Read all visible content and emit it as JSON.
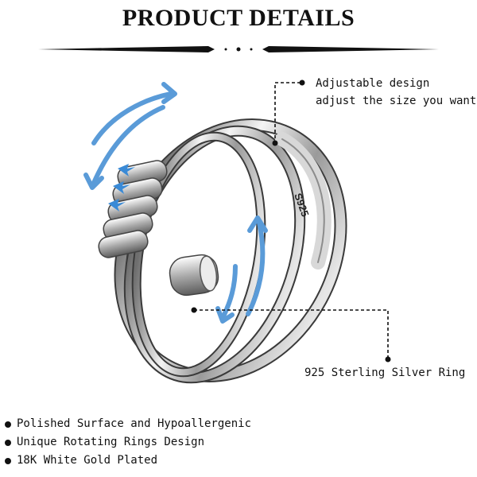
{
  "title": "PRODUCT DETAILS",
  "callouts": {
    "adjustable_line1": "Adjustable design",
    "adjustable_line2": "adjust the size you want",
    "material": "925 Sterling Silver Ring"
  },
  "engraving": "S925",
  "features": [
    "Polished Surface and Hypoallergenic",
    "Unique Rotating Rings Design",
    "18K White Gold Plated"
  ],
  "colors": {
    "arrow_blue": "#5a9bd8",
    "silver": "#b8b8b8",
    "text": "#111111"
  }
}
